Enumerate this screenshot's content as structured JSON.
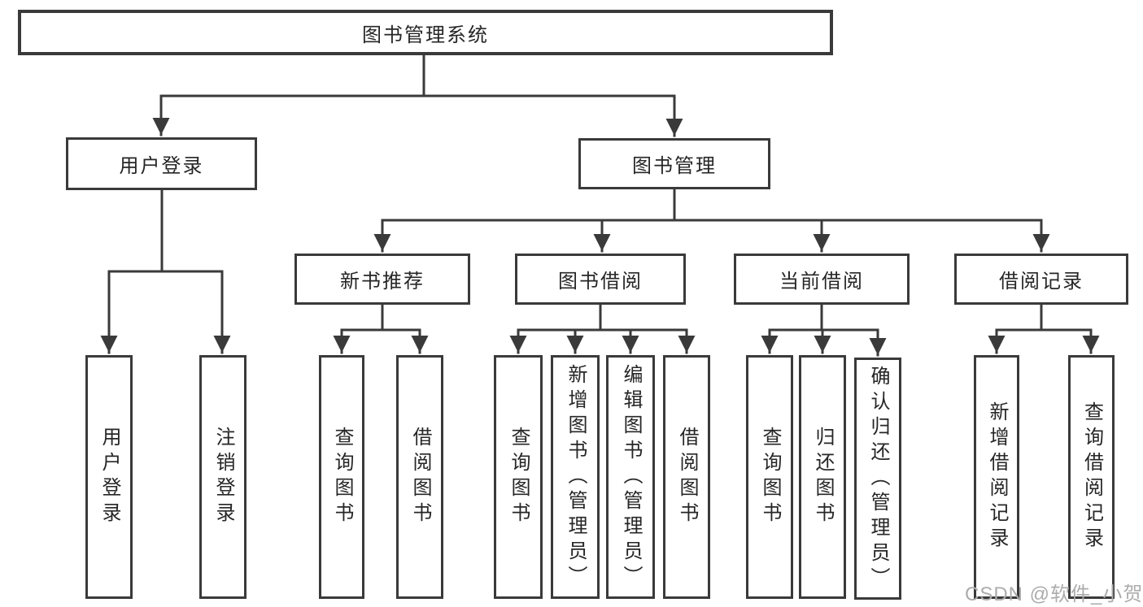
{
  "diagram": {
    "title": "图书管理系统",
    "tree": {
      "root": {
        "label": "图书管理系统"
      },
      "branches": [
        {
          "label": "用户登录",
          "children": [
            {
              "label": "用户登录"
            },
            {
              "label": "注销登录"
            }
          ]
        },
        {
          "label": "图书管理",
          "children": [
            {
              "label": "新书推荐",
              "children": [
                {
                  "label": "查询图书"
                },
                {
                  "label": "借阅图书"
                }
              ]
            },
            {
              "label": "图书借阅",
              "children": [
                {
                  "label": "查询图书"
                },
                {
                  "label": "新增图书（管理员）"
                },
                {
                  "label": "编辑图书（管理员）"
                },
                {
                  "label": "借阅图书"
                }
              ]
            },
            {
              "label": "当前借阅",
              "children": [
                {
                  "label": "查询图书"
                },
                {
                  "label": "归还图书"
                },
                {
                  "label": "确认归还（管理员）"
                }
              ]
            },
            {
              "label": "借阅记录",
              "children": [
                {
                  "label": "新增借阅记录"
                },
                {
                  "label": "查询借阅记录"
                }
              ]
            }
          ]
        }
      ]
    },
    "colors": {
      "line": "#3a3a3a",
      "text": "#262626",
      "background": "#ffffff",
      "watermark": "#acacac"
    }
  },
  "watermark": {
    "text": "CSDN @软件_小贺同学"
  }
}
